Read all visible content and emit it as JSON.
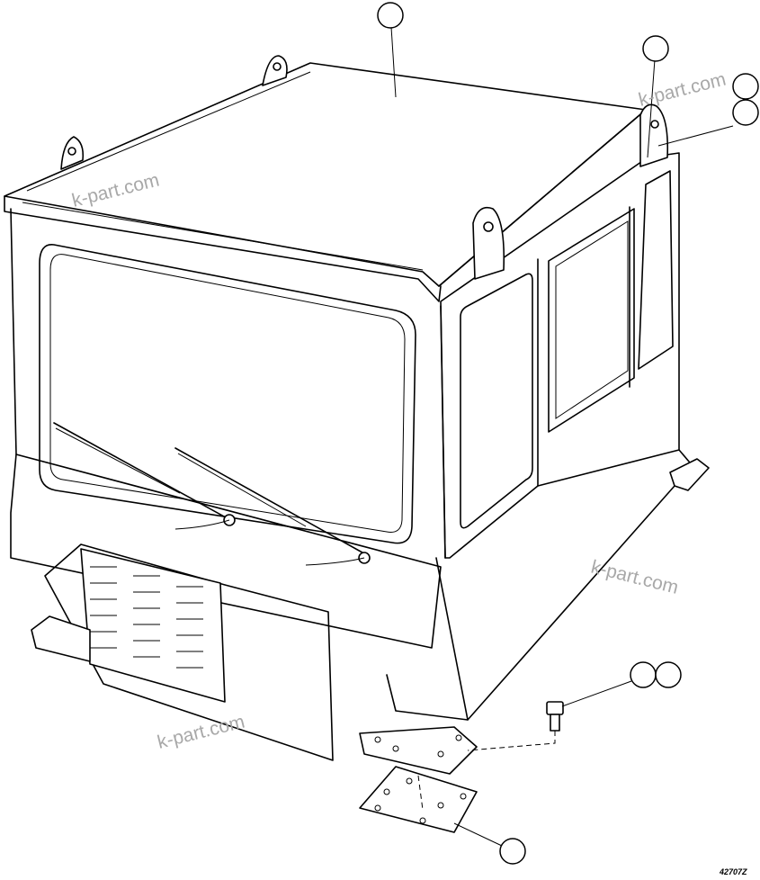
{
  "watermarks": [
    "k-part.com",
    "k-part.com",
    "k-part.com",
    "k-part.com"
  ],
  "drawing_code": "42707Z",
  "colors": {
    "line": "#000000",
    "background": "#ffffff",
    "watermark": "#a8a8a8"
  }
}
